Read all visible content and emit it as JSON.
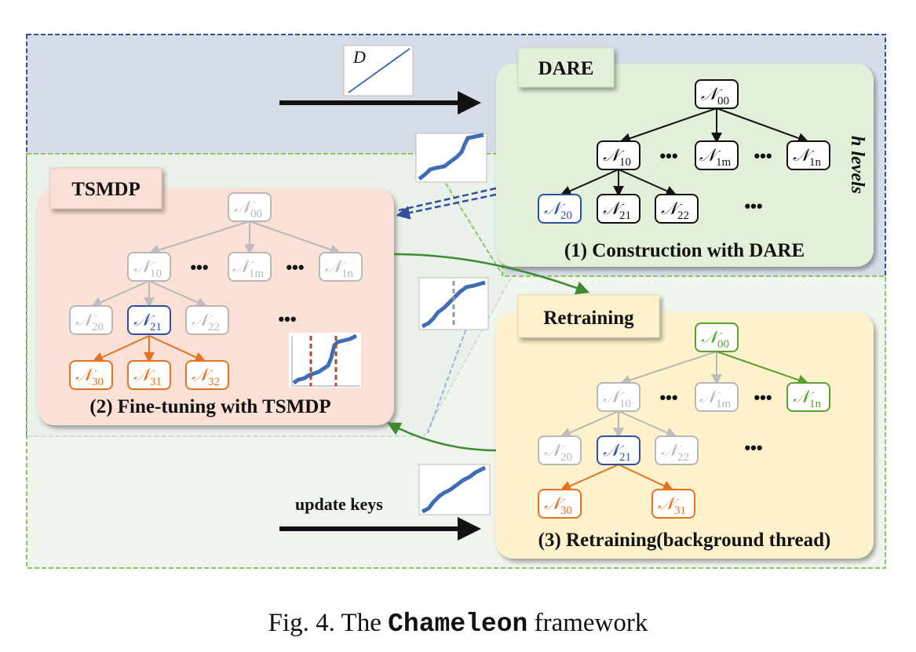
{
  "dare": {
    "title": "DARE",
    "caption": "(1) Construction with DARE",
    "levels_label": "h levels",
    "root": "N00",
    "level1": [
      "N10",
      "N1m",
      "N1n"
    ],
    "level2": [
      "N20",
      "N21",
      "N22"
    ],
    "ellipsis": "•••"
  },
  "tsmdp": {
    "title": "TSMDP",
    "caption": "(2) Fine-tuning with TSMDP",
    "root": "N00",
    "level1": [
      "N10",
      "N1m",
      "N1n"
    ],
    "level2": [
      "N20",
      "N21",
      "N22"
    ],
    "level3": [
      "N30",
      "N31",
      "N32"
    ],
    "ellipsis": "•••"
  },
  "retraining": {
    "title": "Retraining",
    "caption": "(3) Retraining(background thread)",
    "root": "N00",
    "level1": [
      "N10",
      "N1m",
      "N1n"
    ],
    "level2": [
      "N20",
      "N21",
      "N22"
    ],
    "level3": [
      "N30",
      "N31"
    ],
    "ellipsis": "•••"
  },
  "data_label": "D",
  "update_label": "update keys",
  "figure_caption": {
    "prefix": "Fig. 4.  The ",
    "name": "Chameleon",
    "suffix": " framework"
  },
  "colors": {
    "blue_region": "#d6dce8",
    "green_region": "#eef4ea",
    "dare_box": "#e2f0d9",
    "tsmdp_box": "#fbe0d6",
    "retrain_box": "#fdf2cc",
    "label_tag": "#fbe2d5",
    "dark_blue": "#2e4f9e",
    "orange": "#e8711f",
    "green": "#5aa02c",
    "gray": "#b8b8b8",
    "black": "#111111"
  }
}
